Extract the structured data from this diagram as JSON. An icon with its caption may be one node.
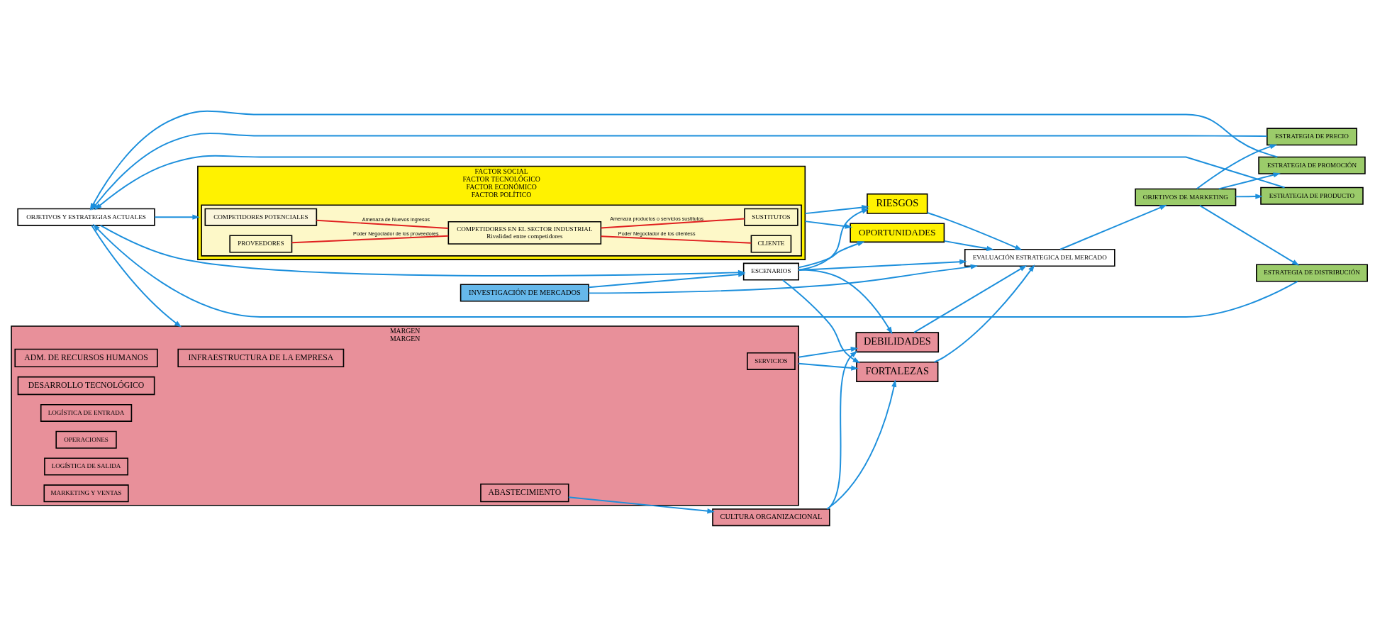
{
  "diagram": {
    "nodes": [
      {
        "text": [
          "OBJETIVOS Y ESTRATEGIAS ACTUALES"
        ]
      },
      {
        "text": [
          "FACTOR SOCIAL",
          "FACTOR TECNOLÓGICO",
          "FACTOR ECONÓMICO",
          "FACTOR POLÍTICO"
        ]
      },
      {
        "text": [],
        "shape": "box",
        "in": 1
      },
      {
        "text": [
          "COMPETIDORES POTENCIALES"
        ],
        "in": 2
      },
      {
        "text": [
          "PROVEEDORES"
        ],
        "in": 2
      },
      {
        "text": [
          "COMPETIDORES EN EL SECTOR INDUSTRIAL",
          "Rivalidad entre competidores"
        ],
        "in": 2
      },
      {
        "text": [
          "CLIENTE"
        ],
        "in": 2
      },
      {
        "text": [
          "SUSTITUTOS"
        ],
        "in": 2
      },
      {
        "text": [
          "MARGEN",
          "MARGEN"
        ]
      },
      {
        "text": [
          "INFRAESTRUCTURA DE LA EMPRESA"
        ],
        "in": 8
      },
      {
        "text": [
          "ADM. DE RECURSOS HUMANOS"
        ],
        "in": 8
      },
      {
        "text": [
          "DESARROLLO TECNOLÓGICO"
        ],
        "in": 8
      },
      {
        "text": [
          "ABASTECIMIENTO"
        ],
        "in": 8
      },
      {
        "text": [
          "LOGÍSTICA DE ENTRADA"
        ],
        "in": 8
      },
      {
        "text": [
          "OPERACIONES"
        ],
        "in": 8
      },
      {
        "text": [
          "LOGÍSTICA DE SALIDA"
        ],
        "in": 8
      },
      {
        "text": [
          "MARKETING Y VENTAS"
        ],
        "in": 8
      },
      {
        "text": [
          "SERVICIOS"
        ],
        "in": 8
      },
      {
        "text": [
          "CULTURA ORGANIZACIONAL"
        ]
      },
      {
        "text": [
          "INVESTIGACIÓN DE MERCADOS"
        ]
      },
      {
        "text": [
          "ESCENARIOS"
        ]
      },
      {
        "text": [
          "OPORTUNIDADES"
        ]
      },
      {
        "text": [
          "RIESGOS"
        ]
      },
      {
        "text": [
          "FORTALEZAS"
        ]
      },
      {
        "text": [
          "DEBILIDADES"
        ]
      },
      {
        "text": [
          "EVALUACIÓN ESTRATEGICA DEL MERCADO"
        ]
      },
      {
        "text": [
          "OBJETIVOS DE MARKETING"
        ]
      },
      {
        "text": [
          "ESTRATEGIA DE DISTRIBUCIÓN"
        ]
      },
      {
        "text": [
          "ESTRATEGIA DE PRODUCTO"
        ]
      },
      {
        "text": [
          "ESTRATEGIA DE PROMOCIÓN"
        ]
      },
      {
        "text": [
          "ESTRATEGIA DE PRECIO"
        ]
      }
    ],
    "edges": [
      {
        "from": 3,
        "to": 5,
        "arrow": "none",
        "label": "Amenaza de Nuevos ingresos",
        "color": "#e02020"
      },
      {
        "from": 4,
        "to": 5,
        "arrow": "none",
        "label": "Poder Negociador de los proveedores",
        "color": "#e02020"
      },
      {
        "from": 5,
        "to": 6,
        "arrow": "none",
        "label": "Poder Negociador de los clientess",
        "color": "#e02020"
      },
      {
        "from": 5,
        "to": 7,
        "arrow": "none",
        "label": "Amenaza productos o servicios sustitutos",
        "color": "#e02020"
      },
      {
        "from": 0,
        "to": 1,
        "arrow": "to"
      },
      {
        "from": 0,
        "to": 20,
        "arrow": "to"
      },
      {
        "from": 0,
        "to": 8,
        "arrow": "to"
      },
      {
        "from": 12,
        "to": 18,
        "arrow": "to"
      },
      {
        "from": 19,
        "to": 20,
        "arrow": "to"
      },
      {
        "from": 19,
        "to": 25,
        "arrow": "to"
      },
      {
        "from": 1,
        "to": 21,
        "arrow": "to"
      },
      {
        "from": 1,
        "to": 22,
        "arrow": "to"
      },
      {
        "from": 20,
        "to": 21,
        "arrow": "to"
      },
      {
        "from": 20,
        "to": 22,
        "arrow": "to"
      },
      {
        "from": 20,
        "to": 25,
        "arrow": "to"
      },
      {
        "from": 20,
        "to": 23,
        "arrow": "to"
      },
      {
        "from": 20,
        "to": 24,
        "arrow": "to"
      },
      {
        "from": 8,
        "to": 23,
        "arrow": "to"
      },
      {
        "from": 8,
        "to": 24,
        "arrow": "to"
      },
      {
        "from": 18,
        "to": 23,
        "arrow": "to"
      },
      {
        "from": 18,
        "to": 24,
        "arrow": "to"
      },
      {
        "from": 21,
        "to": 25,
        "arrow": "to"
      },
      {
        "from": 22,
        "to": 25,
        "arrow": "to"
      },
      {
        "from": 23,
        "to": 25,
        "arrow": "to"
      },
      {
        "from": 24,
        "to": 25,
        "arrow": "to"
      },
      {
        "from": 25,
        "to": 26,
        "arrow": "to"
      },
      {
        "from": 26,
        "to": 27,
        "arrow": "to"
      },
      {
        "from": 26,
        "to": 28,
        "arrow": "to"
      },
      {
        "from": 26,
        "to": 29,
        "arrow": "to"
      },
      {
        "from": 26,
        "to": 30,
        "arrow": "to"
      },
      {
        "from": 27,
        "to": 0,
        "arrow": "to"
      },
      {
        "from": 28,
        "to": 0,
        "arrow": "to"
      },
      {
        "from": 29,
        "to": 0,
        "arrow": "to"
      },
      {
        "from": 30,
        "to": 0,
        "arrow": "to"
      }
    ]
  }
}
